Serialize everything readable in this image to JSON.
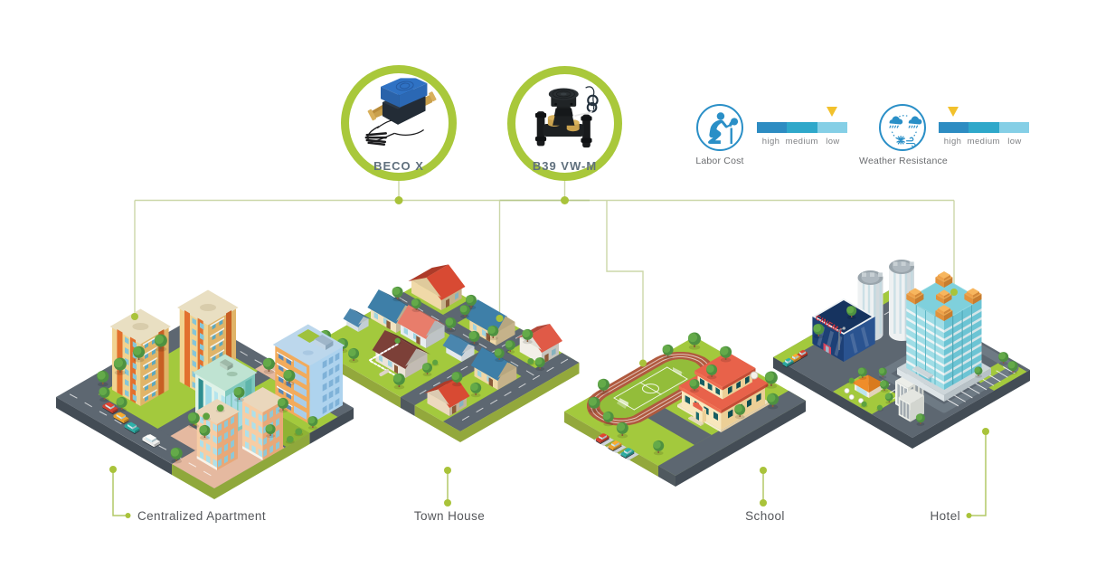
{
  "products": [
    {
      "name": "BECO X"
    },
    {
      "name": "B39 VW-M"
    }
  ],
  "indicators": [
    {
      "label": "Labor Cost",
      "icon": "labor-cost-worker-icon",
      "levels": [
        "high",
        "medium",
        "low"
      ],
      "marker": "low"
    },
    {
      "label": "Weather Resistance",
      "icon": "weather-cycle-icon",
      "levels": [
        "high",
        "medium",
        "low"
      ],
      "marker": "high"
    }
  ],
  "locations": [
    {
      "label": "Centralized Apartment"
    },
    {
      "label": "Town House"
    },
    {
      "label": "School"
    },
    {
      "label": "Hotel"
    }
  ],
  "colors": {
    "accent_green": "#a9c33a",
    "connector_line": "#ccd7a9",
    "bar_high": "#2d8cc2",
    "bar_medium": "#2fa8ca",
    "bar_low": "#85cfe6",
    "marker_yellow": "#f2c12c",
    "icon_blue": "#2a8fc7",
    "label_text": "#54565a"
  }
}
